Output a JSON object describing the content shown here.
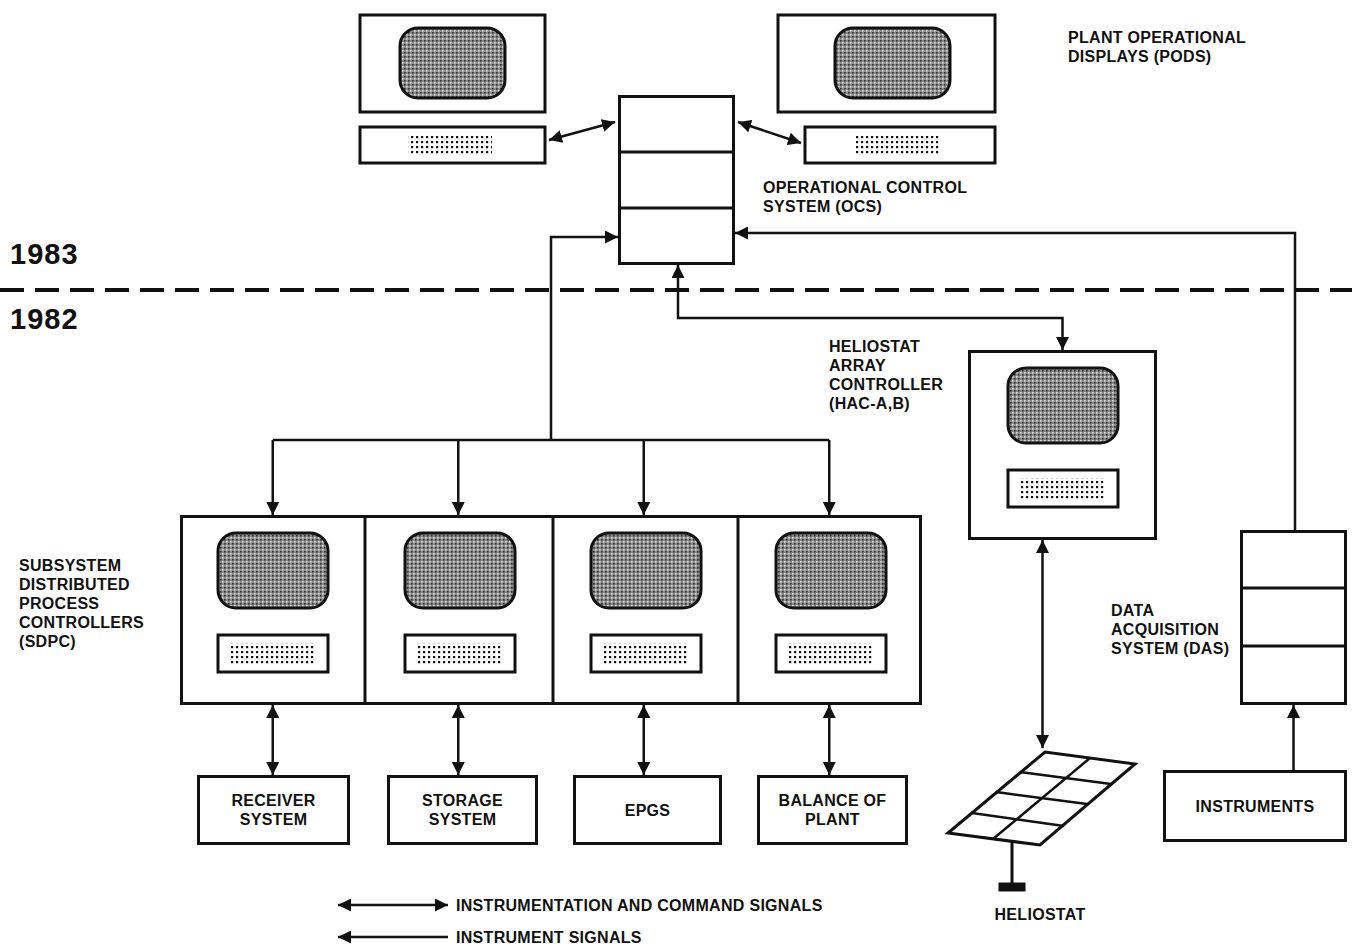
{
  "diagram": {
    "nodes": [
      {
        "text": [
          "OPERATIONAL CONTROL SYSTEM (OCS)"
        ]
      },
      {
        "text": [
          "HELIOSTAT ARRAY CONTROLLER (HAC-A,B)"
        ]
      },
      {
        "text": [
          "SUBSYSTEM DISTRIBUTED PROCESS CONTROLLERS (SDPC)"
        ]
      },
      {
        "text": [
          "DATA ACQUISITION SYSTEM (DAS)"
        ]
      },
      {
        "text": [
          "RECEIVER SYSTEM"
        ]
      },
      {
        "text": [
          "STORAGE SYSTEM"
        ]
      },
      {
        "text": [
          "EPGS"
        ]
      },
      {
        "text": [
          "BALANCE OF PLANT"
        ]
      },
      {
        "text": [
          "HELIOSTAT"
        ]
      },
      {
        "text": [
          "INSTRUMENTS"
        ]
      }
    ],
    "edges": [
      {
        "from": 0,
        "to": 2,
        "arrow": "both"
      },
      {
        "from": 0,
        "to": 1,
        "arrow": "both"
      },
      {
        "from": 3,
        "to": 0,
        "arrow": "to"
      },
      {
        "from": 2,
        "to": 4,
        "arrow": "both"
      },
      {
        "from": 2,
        "to": 5,
        "arrow": "both"
      },
      {
        "from": 2,
        "to": 6,
        "arrow": "both"
      },
      {
        "from": 2,
        "to": 7,
        "arrow": "both"
      },
      {
        "from": 1,
        "to": 8,
        "arrow": "both"
      },
      {
        "from": 9,
        "to": 3,
        "arrow": "to"
      }
    ],
    "labels": [
      "PLANT OPERATIONAL DISPLAYS (PODS)",
      "1983",
      "1982"
    ],
    "legend": [
      {
        "text": "INSTRUMENTATION AND COMMAND SIGNALS"
      },
      {
        "text": "INSTRUMENT SIGNALS"
      }
    ]
  }
}
